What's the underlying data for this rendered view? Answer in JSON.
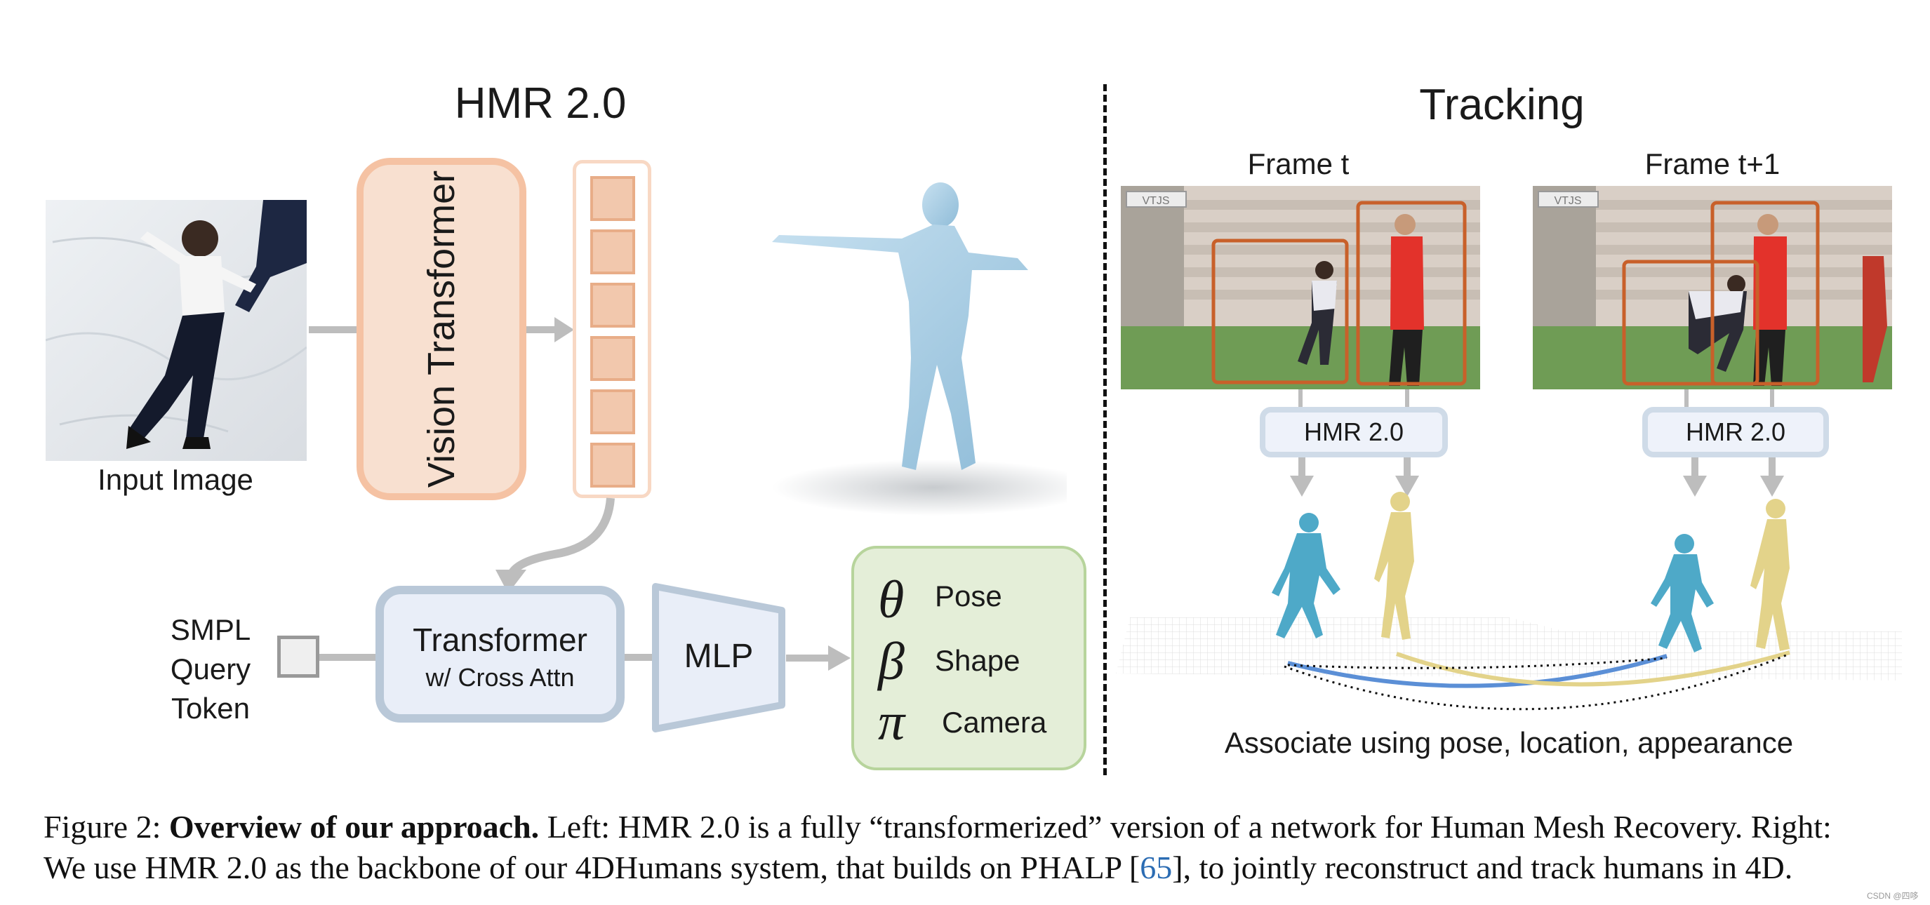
{
  "left": {
    "title": "HMR 2.0",
    "input_label": "Input Image",
    "vit_label": "Vision Transformer",
    "smpl_label_lines": [
      "SMPL",
      "Query",
      "Token"
    ],
    "transformer_label": "Transformer",
    "transformer_sub": "w/ Cross Attn",
    "mlp_label": "MLP",
    "outputs": [
      {
        "symbol": "θ",
        "label": "Pose"
      },
      {
        "symbol": "β",
        "label": "Shape"
      },
      {
        "symbol": "π",
        "label": "Camera"
      }
    ]
  },
  "right": {
    "title": "Tracking",
    "frame_t": "Frame t",
    "frame_t1": "Frame t+1",
    "hmr_box_left": "HMR 2.0",
    "hmr_box_right": "HMR 2.0",
    "associate_label": "Associate using pose, location, appearance"
  },
  "caption": {
    "prefix": "Figure 2: ",
    "bold": "Overview of our approach.",
    "text1": " Left: HMR 2.0 is a fully “transformerized” version of a network for Human Mesh Recovery. Right:",
    "text2a": "We use HMR 2.0 as the backbone of our 4DHumans system, that builds on PHALP [",
    "cite": "65",
    "text2b": "], to jointly reconstruct and track humans in 4D."
  },
  "watermark": "CSDN @四哆",
  "colors": {
    "vit_fill": "#f8e0d0",
    "vit_border": "#f5c2a3",
    "transformer_fill": "#e9eef8",
    "transformer_border": "#b9c8d8",
    "output_fill": "#e4eed8",
    "output_border": "#b7d49c",
    "arrow": "#bdbdbd",
    "mesh_blue": "#a9cde4",
    "track_blue": "#4ea9c8",
    "track_yellow": "#e3d38a",
    "bbox_orange": "#c8602a",
    "cite_blue": "#2b6cb3"
  }
}
